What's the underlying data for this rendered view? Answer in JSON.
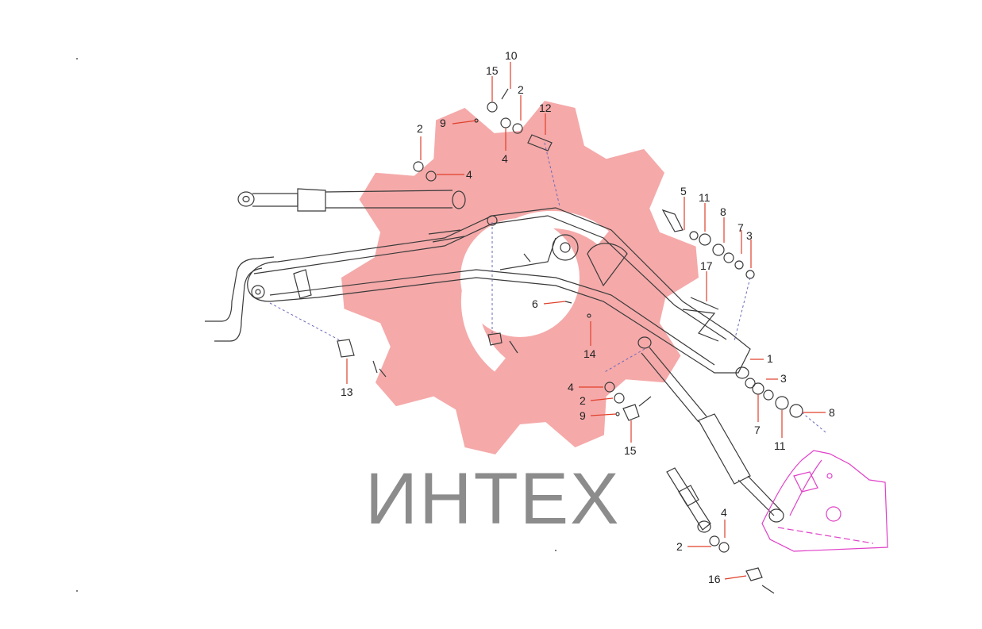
{
  "watermark": {
    "text": "ИНТЕХ",
    "gear_color": "#f39a9a",
    "text_color": "#8c8c8c"
  },
  "colors": {
    "line": "#3a3a3a",
    "leader": "#e0402a",
    "bucket": "#e040c8",
    "dash": "#6a6ab8"
  },
  "callouts": [
    {
      "id": "c10",
      "label": "10"
    },
    {
      "id": "c15a",
      "label": "15"
    },
    {
      "id": "c2a",
      "label": "2"
    },
    {
      "id": "c12",
      "label": "12"
    },
    {
      "id": "c9a",
      "label": "9"
    },
    {
      "id": "c4a",
      "label": "4"
    },
    {
      "id": "c2b",
      "label": "2"
    },
    {
      "id": "c4b",
      "label": "4"
    },
    {
      "id": "c5",
      "label": "5"
    },
    {
      "id": "c11a",
      "label": "11"
    },
    {
      "id": "c8a",
      "label": "8"
    },
    {
      "id": "c7a",
      "label": "7"
    },
    {
      "id": "c3a",
      "label": "3"
    },
    {
      "id": "c17",
      "label": "17"
    },
    {
      "id": "c6",
      "label": "6"
    },
    {
      "id": "c14",
      "label": "14"
    },
    {
      "id": "c1",
      "label": "1"
    },
    {
      "id": "c3b",
      "label": "3"
    },
    {
      "id": "c13",
      "label": "13"
    },
    {
      "id": "c4c",
      "label": "4"
    },
    {
      "id": "c2c",
      "label": "2"
    },
    {
      "id": "c9b",
      "label": "9"
    },
    {
      "id": "c15b",
      "label": "15"
    },
    {
      "id": "c7b",
      "label": "7"
    },
    {
      "id": "c11b",
      "label": "11"
    },
    {
      "id": "c8b",
      "label": "8"
    },
    {
      "id": "c4d",
      "label": "4"
    },
    {
      "id": "c2d",
      "label": "2"
    },
    {
      "id": "c16",
      "label": "16"
    }
  ]
}
